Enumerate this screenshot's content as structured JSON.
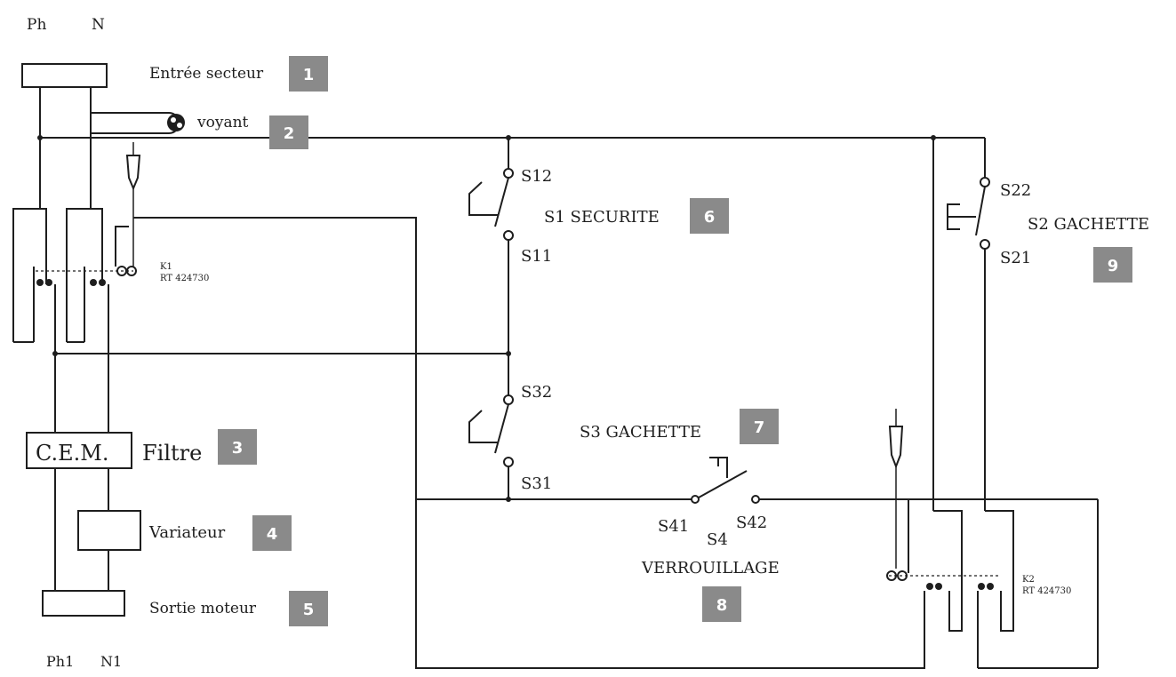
{
  "labels": {
    "ph": "Ph",
    "n": "N",
    "entree": "Entrée secteur",
    "voyant": "voyant",
    "k1": "K1",
    "k1_ref": "RT 424730",
    "cem": "C.E.M.",
    "filtre": "Filtre",
    "variateur": "Variateur",
    "sortie": "Sortie moteur",
    "ph1": "Ph1",
    "n1": "N1",
    "s12": "S12",
    "s11": "S11",
    "s1": "S1  SECURITE",
    "s32": "S32",
    "s31": "S31",
    "s3": "S3  GACHETTE",
    "s41": "S41",
    "s42": "S42",
    "s4": "S4",
    "verrouillage": "VERROUILLAGE",
    "s22": "S22",
    "s21": "S21",
    "s2": "S2 GACHETTE",
    "k2": "K2",
    "k2_ref": "RT 424730"
  },
  "badges": [
    "1",
    "2",
    "3",
    "4",
    "5",
    "6",
    "7",
    "8",
    "9"
  ],
  "colors": {
    "line": "#1e1e1e",
    "badge": "#8a8a8a",
    "background": "#ffffff"
  }
}
